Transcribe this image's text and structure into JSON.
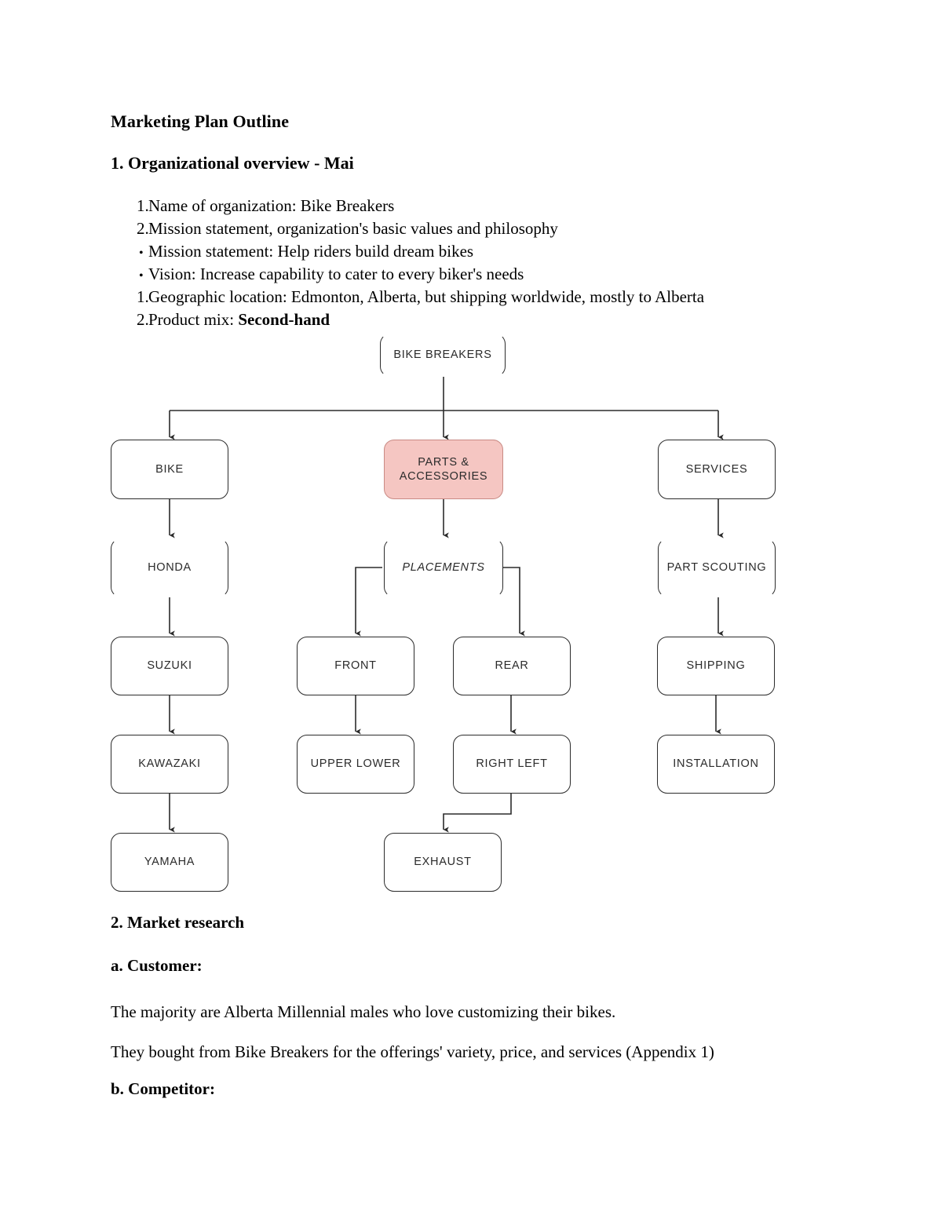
{
  "document": {
    "title": "Marketing Plan Outline",
    "sections": {
      "organizational_overview": "1. Organizational overview - Mai",
      "market_research": "2. Market research",
      "customer": "a. Customer:",
      "competitor": "b. Competitor:"
    },
    "outline": [
      {
        "marker": "1.",
        "type": "number",
        "text": "Name of organization: Bike Breakers"
      },
      {
        "marker": "2.",
        "type": "number",
        "text": "Mission statement, organization's basic values and philosophy"
      },
      {
        "marker": "•",
        "type": "bullet",
        "text": "Mission statement: Help riders build dream bikes"
      },
      {
        "marker": "•",
        "type": "bullet",
        "text": "Vision: Increase capability to cater to every biker's needs"
      },
      {
        "marker": "1.",
        "type": "number",
        "text": "Geographic location: Edmonton, Alberta, but shipping worldwide, mostly to Alberta"
      },
      {
        "marker": "2.",
        "type": "number",
        "text": "Product mix: ",
        "bold_tail": "Second-hand"
      }
    ],
    "paragraphs": [
      "The majority are Alberta Millennial males who love customizing their bikes.",
      "They bought from Bike Breakers for the offerings' variety, price, and services (Appendix 1)"
    ]
  },
  "flowchart": {
    "accent_color": "#f5c6c2",
    "line_color": "#2b2b2b",
    "nodes": {
      "root": "BIKE BREAKERS",
      "bike": "BIKE",
      "parts": "PARTS &\nACCESSORIES",
      "parts_line1": "PARTS &",
      "parts_line2": "ACCESSORIES",
      "services": "SERVICES",
      "honda": "HONDA",
      "placements": "PLACEMENTS",
      "part_scouting": "PART SCOUTING",
      "suzuki": "SUZUKI",
      "front": "FRONT",
      "rear": "REAR",
      "shipping": "SHIPPING",
      "kawazaki": "KAWAZAKI",
      "upper_lower": "UPPER  LOWER",
      "right_left": "RIGHT  LEFT",
      "installation": "INSTALLATION",
      "yamaha": "YAMAHA",
      "exhaust": "EXHAUST"
    }
  }
}
